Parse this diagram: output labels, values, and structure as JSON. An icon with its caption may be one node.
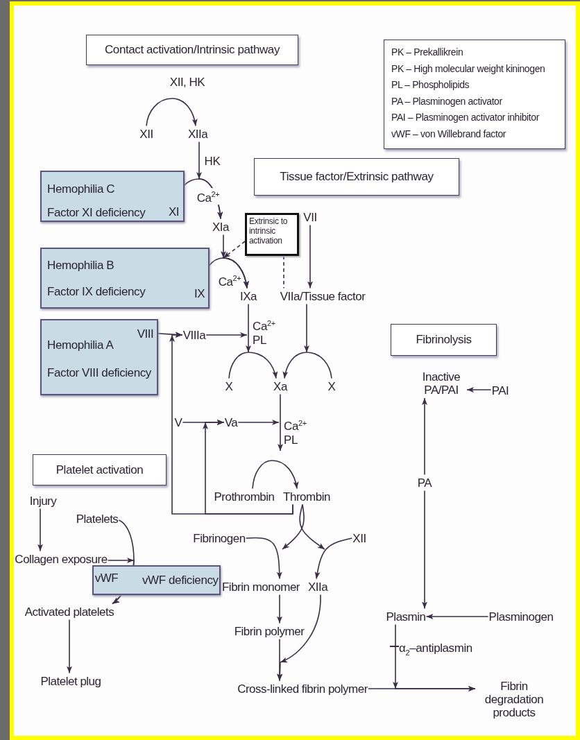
{
  "diagram": {
    "nodes": [
      {
        "text": [
          "Contact activation/Intrinsic pathway"
        ]
      },
      {
        "text": [
          "PK – Prekallikrein",
          "PK – High molecular weight kininogen",
          "PL – Phospholipids",
          "PA – Plasminogen activator",
          "PAI – Plasminogen activator inhibitor",
          "vWF – von Willebrand factor"
        ]
      },
      {
        "text": [
          "XII, HK"
        ]
      },
      {
        "text": [
          "XII"
        ]
      },
      {
        "text": [
          "XIIa"
        ]
      },
      {
        "text": [
          "Tissue factor/Extrinsic pathway"
        ]
      },
      {
        "text": [
          "Hemophilia C",
          "Factor XI deficiency"
        ]
      },
      {
        "text": [
          "XI"
        ],
        "in": 6
      },
      {
        "text": [
          "XIa"
        ]
      },
      {
        "text": [
          "Extrinsic to intrinsic activation"
        ]
      },
      {
        "text": [
          "VII"
        ]
      },
      {
        "text": [
          "Hemophilia B",
          "Factor IX deficiency"
        ]
      },
      {
        "text": [
          "IX"
        ],
        "in": 11
      },
      {
        "text": [
          "IXa"
        ]
      },
      {
        "text": [
          "VIIa/Tissue factor"
        ]
      },
      {
        "text": [
          "Hemophilia A",
          "Factor VIII deficiency"
        ]
      },
      {
        "text": [
          "VIII"
        ],
        "in": 15
      },
      {
        "text": [
          "VIIIa"
        ]
      },
      {
        "text": [
          "X"
        ]
      },
      {
        "text": [
          "Xa"
        ]
      },
      {
        "text": [
          "X"
        ]
      },
      {
        "text": [
          "V"
        ]
      },
      {
        "text": [
          "Va"
        ]
      },
      {
        "text": [
          "Prothrombin"
        ]
      },
      {
        "text": [
          "Thrombin"
        ]
      },
      {
        "text": [
          "Platelet activation"
        ]
      },
      {
        "text": [
          "Injury"
        ]
      },
      {
        "text": [
          "Platelets"
        ]
      },
      {
        "text": [
          "Collagen exposure"
        ]
      },
      {
        "text": [
          "vWF deficiency"
        ]
      },
      {
        "text": [
          "vWF"
        ],
        "in": 29
      },
      {
        "text": [
          "Activated platelets"
        ]
      },
      {
        "text": [
          "Platelet plug"
        ]
      },
      {
        "text": [
          "Fibrinogen"
        ]
      },
      {
        "text": [
          "XII"
        ]
      },
      {
        "text": [
          "Fibrin monomer"
        ]
      },
      {
        "text": [
          "XIIa"
        ]
      },
      {
        "text": [
          "Fibrin polymer"
        ]
      },
      {
        "text": [
          "Cross-linked fibrin polymer"
        ]
      },
      {
        "text": [
          "Fibrinolysis"
        ]
      },
      {
        "text": [
          "Inactive PA/PAI"
        ]
      },
      {
        "text": [
          "PAI"
        ]
      },
      {
        "text": [
          "PA"
        ]
      },
      {
        "text": [
          "Plasmin"
        ]
      },
      {
        "text": [
          "Plasminogen"
        ]
      },
      {
        "text": [
          "Fibrin degradation products"
        ]
      }
    ],
    "edges": [
      {
        "from": 3,
        "to": 4,
        "arrow": "to"
      },
      {
        "from": 4,
        "to": 8,
        "arrow": "to",
        "label": "HK"
      },
      {
        "from": 7,
        "to": 8,
        "arrow": "to",
        "label": "Ca$^{2+}$"
      },
      {
        "from": 8,
        "to": 13,
        "arrow": "to"
      },
      {
        "from": 9,
        "to": 13,
        "arrow": "to",
        "style": "dashed"
      },
      {
        "from": 12,
        "to": 13,
        "arrow": "to",
        "label": "Ca$^{2+}$"
      },
      {
        "from": 9,
        "to": 14,
        "arrow": "none",
        "style": "dashed"
      },
      {
        "from": 10,
        "to": 14,
        "arrow": "to"
      },
      {
        "from": 16,
        "to": 17,
        "arrow": "to"
      },
      {
        "from": 17,
        "to": null,
        "arrow": "to"
      },
      {
        "from": 13,
        "to": null,
        "arrow": "to",
        "label": "Ca$^{2+}$ PL"
      },
      {
        "from": 14,
        "to": null,
        "arrow": "to"
      },
      {
        "from": 18,
        "to": 19,
        "arrow": "to"
      },
      {
        "from": 20,
        "to": 19,
        "arrow": "to"
      },
      {
        "from": 21,
        "to": 22,
        "arrow": "to"
      },
      {
        "from": 22,
        "to": null,
        "arrow": "to"
      },
      {
        "from": 19,
        "to": null,
        "arrow": "to",
        "label": "Ca$^{2+}$ PL"
      },
      {
        "from": 23,
        "to": 24,
        "arrow": "to"
      },
      {
        "from": 24,
        "to": 17,
        "arrow": "to"
      },
      {
        "from": 24,
        "to": 22,
        "arrow": "to"
      },
      {
        "from": 24,
        "to": null,
        "arrow": "to"
      },
      {
        "from": 24,
        "to": null,
        "arrow": "to"
      },
      {
        "from": 33,
        "to": 35,
        "arrow": "to"
      },
      {
        "from": 34,
        "to": 36,
        "arrow": "to"
      },
      {
        "from": 35,
        "to": 37,
        "arrow": "to"
      },
      {
        "from": 37,
        "to": 38,
        "arrow": "to"
      },
      {
        "from": 36,
        "to": 38,
        "arrow": "to"
      },
      {
        "from": 26,
        "to": 28,
        "arrow": "to"
      },
      {
        "from": 27,
        "to": 31,
        "arrow": "to"
      },
      {
        "from": 28,
        "to": 31,
        "arrow": "to"
      },
      {
        "from": 31,
        "to": 32,
        "arrow": "to"
      },
      {
        "from": 41,
        "to": 40,
        "arrow": "to"
      },
      {
        "from": 42,
        "to": 40,
        "arrow": "to"
      },
      {
        "from": 42,
        "to": 43,
        "arrow": "to"
      },
      {
        "from": 44,
        "to": 43,
        "arrow": "to"
      },
      {
        "from": 43,
        "to": 45,
        "arrow": "to",
        "label": "α$_{2}$–antiplasmin"
      },
      {
        "from": 38,
        "to": 45,
        "arrow": "to"
      }
    ]
  }
}
